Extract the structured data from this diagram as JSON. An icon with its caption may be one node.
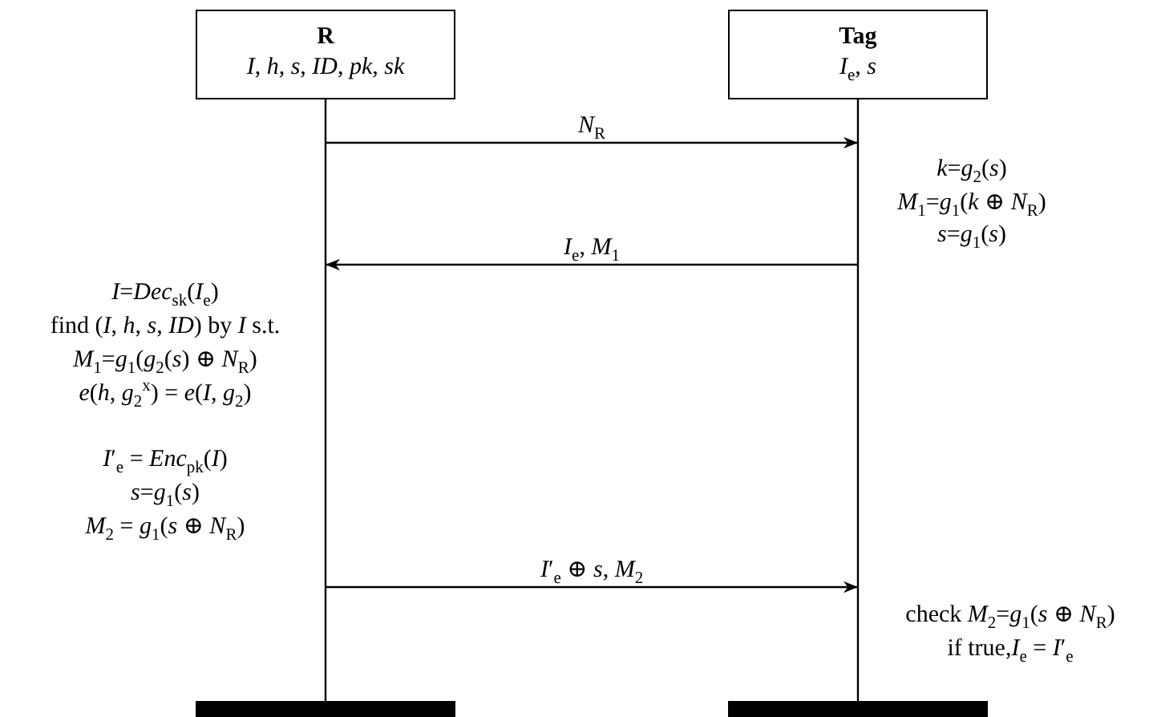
{
  "diagram": {
    "nodes": [
      {
        "text": [
          "R",
          "*I*, *h*, *s*, *ID*, *pk*, *sk*"
        ]
      },
      {
        "text": [
          "Tag",
          "*I*$_{e}$, *s*"
        ]
      }
    ],
    "edges": [
      {
        "from": 0,
        "to": 1,
        "arrow": "to",
        "label": "*N*$_{R}$"
      },
      {
        "from": 1,
        "to": 0,
        "arrow": "to",
        "label": "*I*$_{e}$, *M*$_{1}$"
      },
      {
        "from": 0,
        "to": 1,
        "arrow": "to",
        "label": "*I*′$_{e}$ ⊕ *s*, *M*$_{2}$"
      }
    ],
    "labels": [
      "*k*=*g*$_{2}$(*s*)",
      "*M*$_{1}$=*g*$_{1}$(*k* ⊕ *N*$_{R}$)",
      "*s*=*g*$_{1}$(*s*)",
      "*I*=*Dec*$_{sk}$(*I*$_{e}$)",
      "find (*I*, *h*, *s*, *ID*) by *I* s.t.",
      "*M*$_{1}$=*g*$_{1}$(*g*$_{2}$(*s*) ⊕ *N*$_{R}$)",
      "*e*(*h*, *g*$_{2}$$^{x}$) = *e*(*I*, *g*$_{2}$)",
      "*I*′$_{e}$ = *Enc*$_{pk}$(*I*)",
      "*s*=*g*$_{1}$(*s*)",
      "*M*$_{2}$ = *g*$_{1}$(*s* ⊕ *N*$_{R}$)",
      "check *M*$_{2}$=*g*$_{1}$(*s* ⊕ *N*$_{R}$)",
      "if  true,*I*$_{e}$ = *I*′$_{e}$"
    ]
  }
}
